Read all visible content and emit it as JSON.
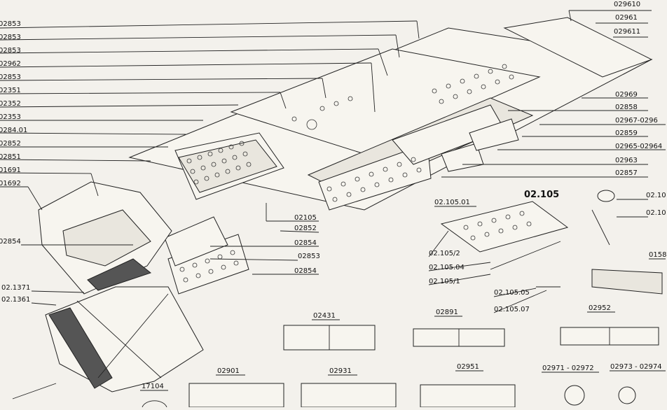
{
  "drawing": {
    "assembly_title": "02.105",
    "callouts_left": [
      "02853",
      "02853",
      "02853",
      "02962",
      "02853",
      "02351",
      "02352",
      "02353",
      "0284.01",
      "02852",
      "02851",
      "01691",
      "01692",
      "02854",
      "02.1371",
      "02.1361"
    ],
    "callouts_right_top": [
      "02961",
      "029611",
      "029610"
    ],
    "callouts_right_mid": [
      "02969",
      "02858",
      "02967-0296",
      "02859",
      "02965-02964",
      "02963",
      "02857"
    ],
    "callouts_center": [
      "02105",
      "02852",
      "02854",
      "02853",
      "02854"
    ],
    "callouts_assembly": [
      "02.105.01",
      "02.105/2",
      "02.105.04",
      "02.105/1",
      "02.105.05",
      "02.105.07",
      "02.10",
      "02.10",
      "0158"
    ],
    "callouts_components": [
      "02431",
      "02891",
      "02952",
      "02901",
      "02931",
      "02951",
      "02971 - 02972",
      "02973 - 02974",
      "17104"
    ]
  }
}
